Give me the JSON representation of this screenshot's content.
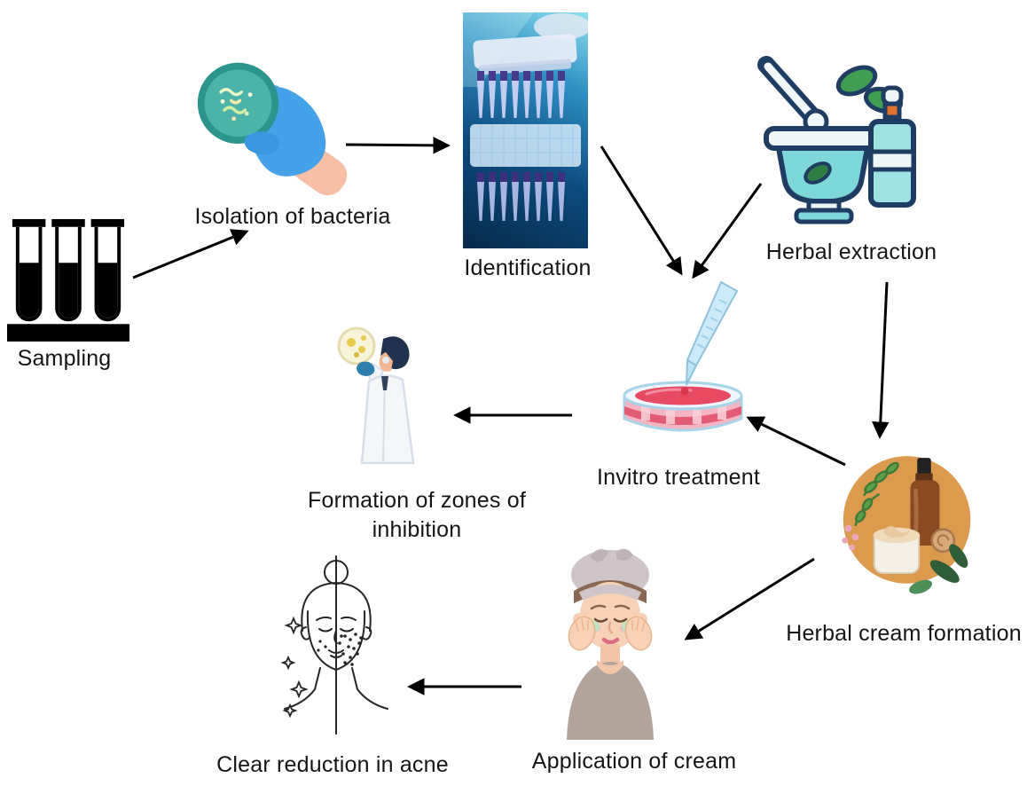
{
  "diagram": {
    "background_color": "#ffffff",
    "arrow_color": "#000000",
    "nodes": {
      "sampling": {
        "label": "Sampling",
        "icon": "test-tubes-icon"
      },
      "isolation_of_bacteria": {
        "label": "Isolation of bacteria",
        "icon": "gloved-hand-petri-dish-icon"
      },
      "identification": {
        "label": "Identification",
        "icon": "multichannel-pipette-photo"
      },
      "herbal_extraction": {
        "label": "Herbal extraction",
        "icon": "mortar-pestle-bottle-icon"
      },
      "invitro_treatment": {
        "label": "Invitro treatment",
        "icon": "pipette-petri-dish-icon"
      },
      "formation_of_zones_of_inhibition": {
        "label_line1": "Formation of zones of",
        "label_line2": "inhibition",
        "icon": "scientist-examining-dish-icon"
      },
      "herbal_cream_formation": {
        "label": "Herbal cream  formation",
        "icon": "herbs-cream-jar-icon"
      },
      "application_of_cream": {
        "label": "Application of cream",
        "icon": "woman-applying-cream-icon"
      },
      "clear_reduction_in_acne": {
        "label": "Clear reduction in acne",
        "icon": "acne-face-line-art-icon"
      }
    },
    "edges": [
      {
        "from": "sampling",
        "to": "isolation_of_bacteria"
      },
      {
        "from": "isolation_of_bacteria",
        "to": "identification"
      },
      {
        "from": "identification",
        "to": "invitro_treatment"
      },
      {
        "from": "herbal_extraction",
        "to": "invitro_treatment"
      },
      {
        "from": "herbal_extraction",
        "to": "herbal_cream_formation"
      },
      {
        "from": "herbal_cream_formation",
        "to": "invitro_treatment"
      },
      {
        "from": "invitro_treatment",
        "to": "formation_of_zones_of_inhibition"
      },
      {
        "from": "herbal_cream_formation",
        "to": "application_of_cream"
      },
      {
        "from": "application_of_cream",
        "to": "clear_reduction_in_acne"
      }
    ]
  }
}
